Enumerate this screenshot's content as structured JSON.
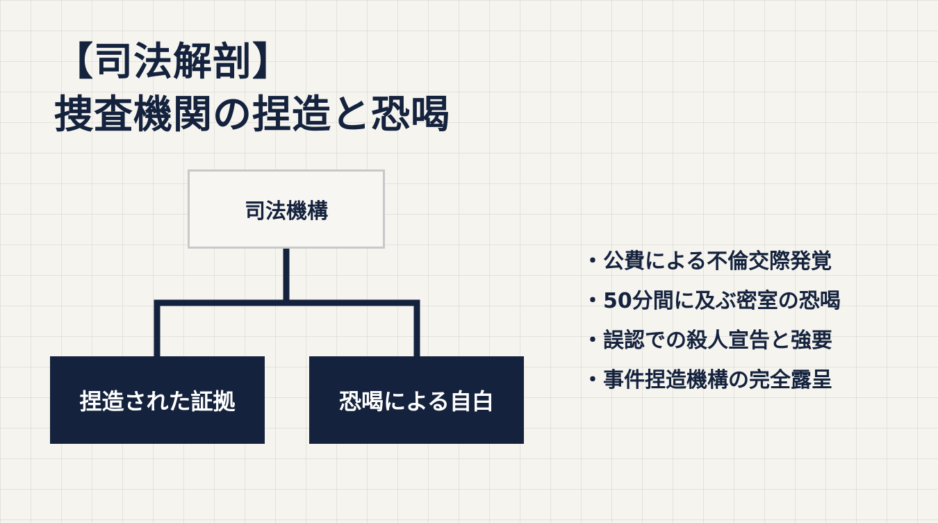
{
  "title": {
    "line1": "【司法解剖】",
    "line2": "捜査機関の捏造と恐喝"
  },
  "diagram": {
    "root": "司法機構",
    "children": [
      "捏造された証拠",
      "恐喝による自白"
    ]
  },
  "bullets": [
    "・公費による不倫交際発覚",
    "・50分間に及ぶ密室の恐喝",
    "・誤認での殺人宣告と強要",
    "・事件捏造機構の完全露呈"
  ],
  "colors": {
    "navy": "#14223d",
    "root_border": "#c8c8c8",
    "background": "#f5f4ef"
  }
}
